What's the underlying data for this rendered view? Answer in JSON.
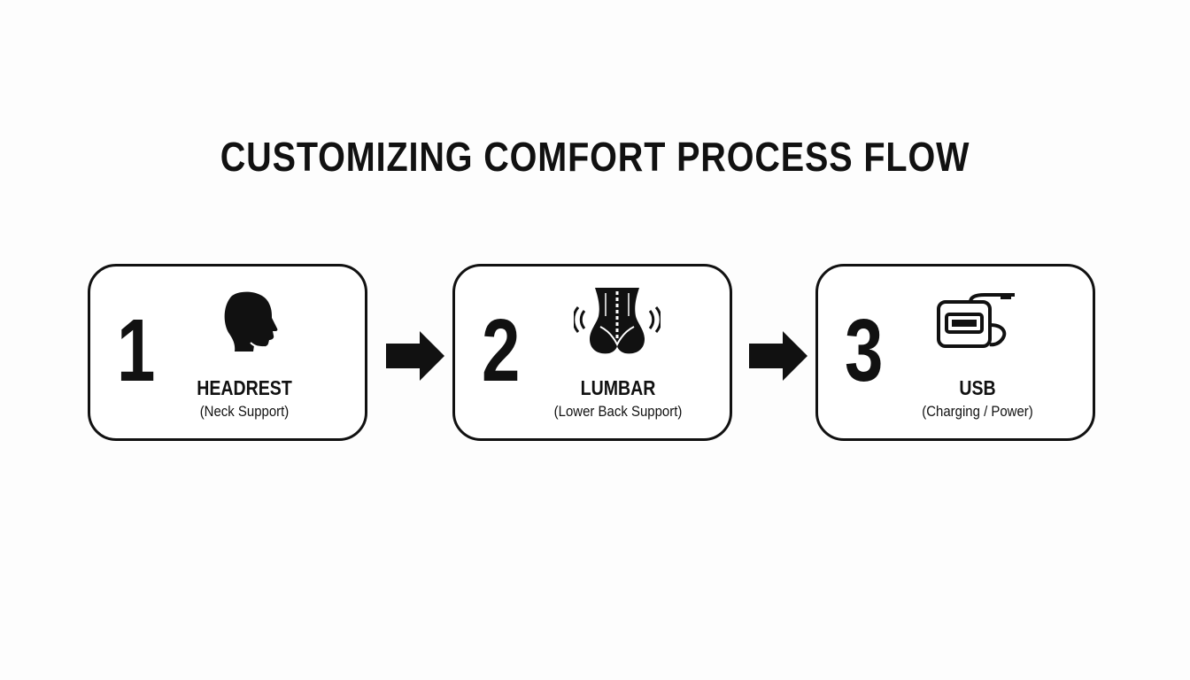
{
  "title": "CUSTOMIZING COMFORT PROCESS FLOW",
  "steps": [
    {
      "number": "1",
      "label": "HEADREST",
      "sublabel": "(Neck Support)",
      "icon": "head-profile-icon"
    },
    {
      "number": "2",
      "label": "LUMBAR",
      "sublabel": "(Lower Back Support)",
      "icon": "lower-back-icon"
    },
    {
      "number": "3",
      "label": "USB",
      "sublabel": "(Charging / Power)",
      "icon": "usb-plug-icon"
    }
  ],
  "colors": {
    "ink": "#111111",
    "background": "#fdfdfd"
  }
}
